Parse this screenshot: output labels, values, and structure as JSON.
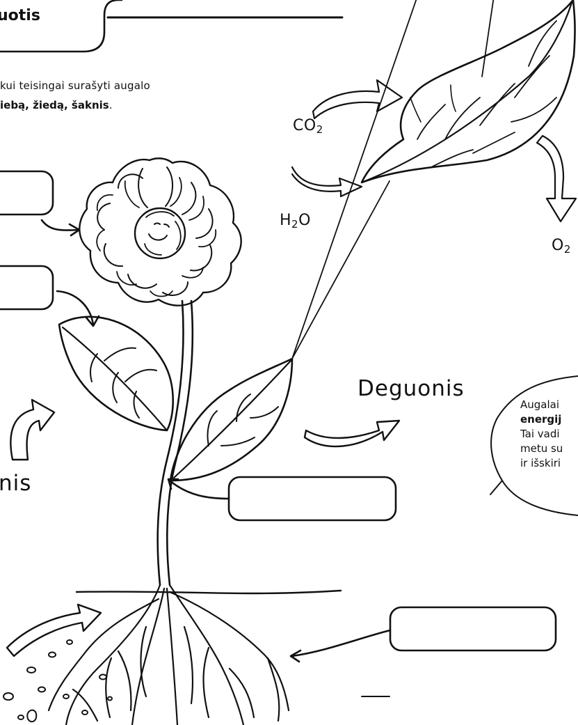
{
  "header": {
    "title": "uotis"
  },
  "instructions": {
    "line1": "kui teisingai surašyti augalo",
    "line2_bold": "iebą, žiedą, šaknis",
    "line2_tail": "."
  },
  "leaf_diagram": {
    "co2_main": "CO",
    "co2_sub": "2",
    "h2o_h": "H",
    "h2o_sub": "2",
    "h2o_o": "O",
    "o2_main": "O",
    "o2_sub": "2"
  },
  "gas_labels": {
    "oxygen": "Deguonis",
    "partial_left": "nis"
  },
  "note": {
    "line1": "Augalai",
    "line2_bold": "energij",
    "line3": "Tai vadi",
    "line4": "metu su",
    "line5": "ir išskiri"
  },
  "colors": {
    "ink": "#111111",
    "paper": "#ffffff"
  }
}
